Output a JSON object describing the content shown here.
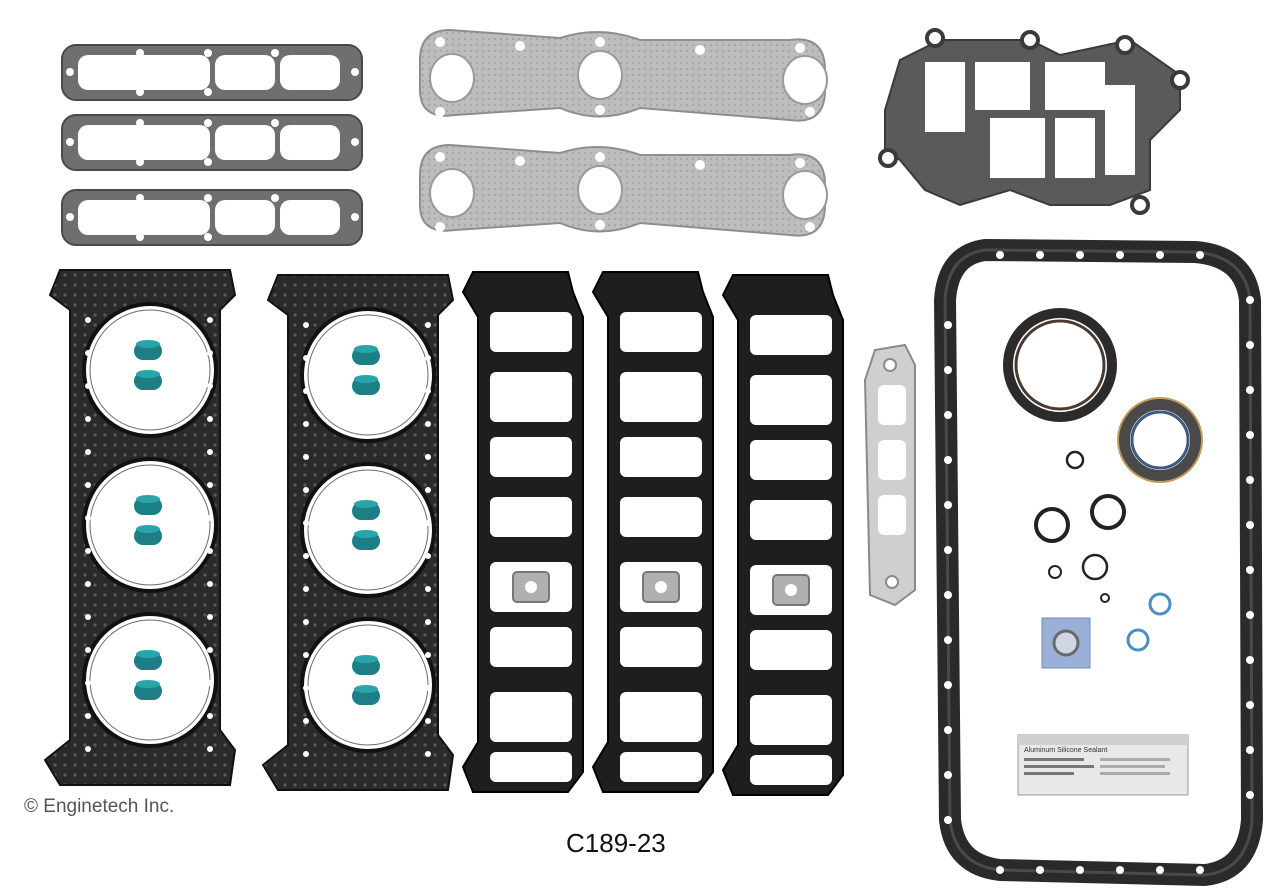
{
  "copyright": "© Enginetech Inc.",
  "part_number": "C189-23",
  "sealant_label": "Aluminum Silicone Sealant",
  "colors": {
    "background": "#ffffff",
    "gasket_gray": "#6e6e6e",
    "gasket_dark": "#1e1e1e",
    "seal_teal": "#1c7f86",
    "exhaust_gray": "#b9b9b9",
    "oring_blue": "#4a8fc4"
  }
}
